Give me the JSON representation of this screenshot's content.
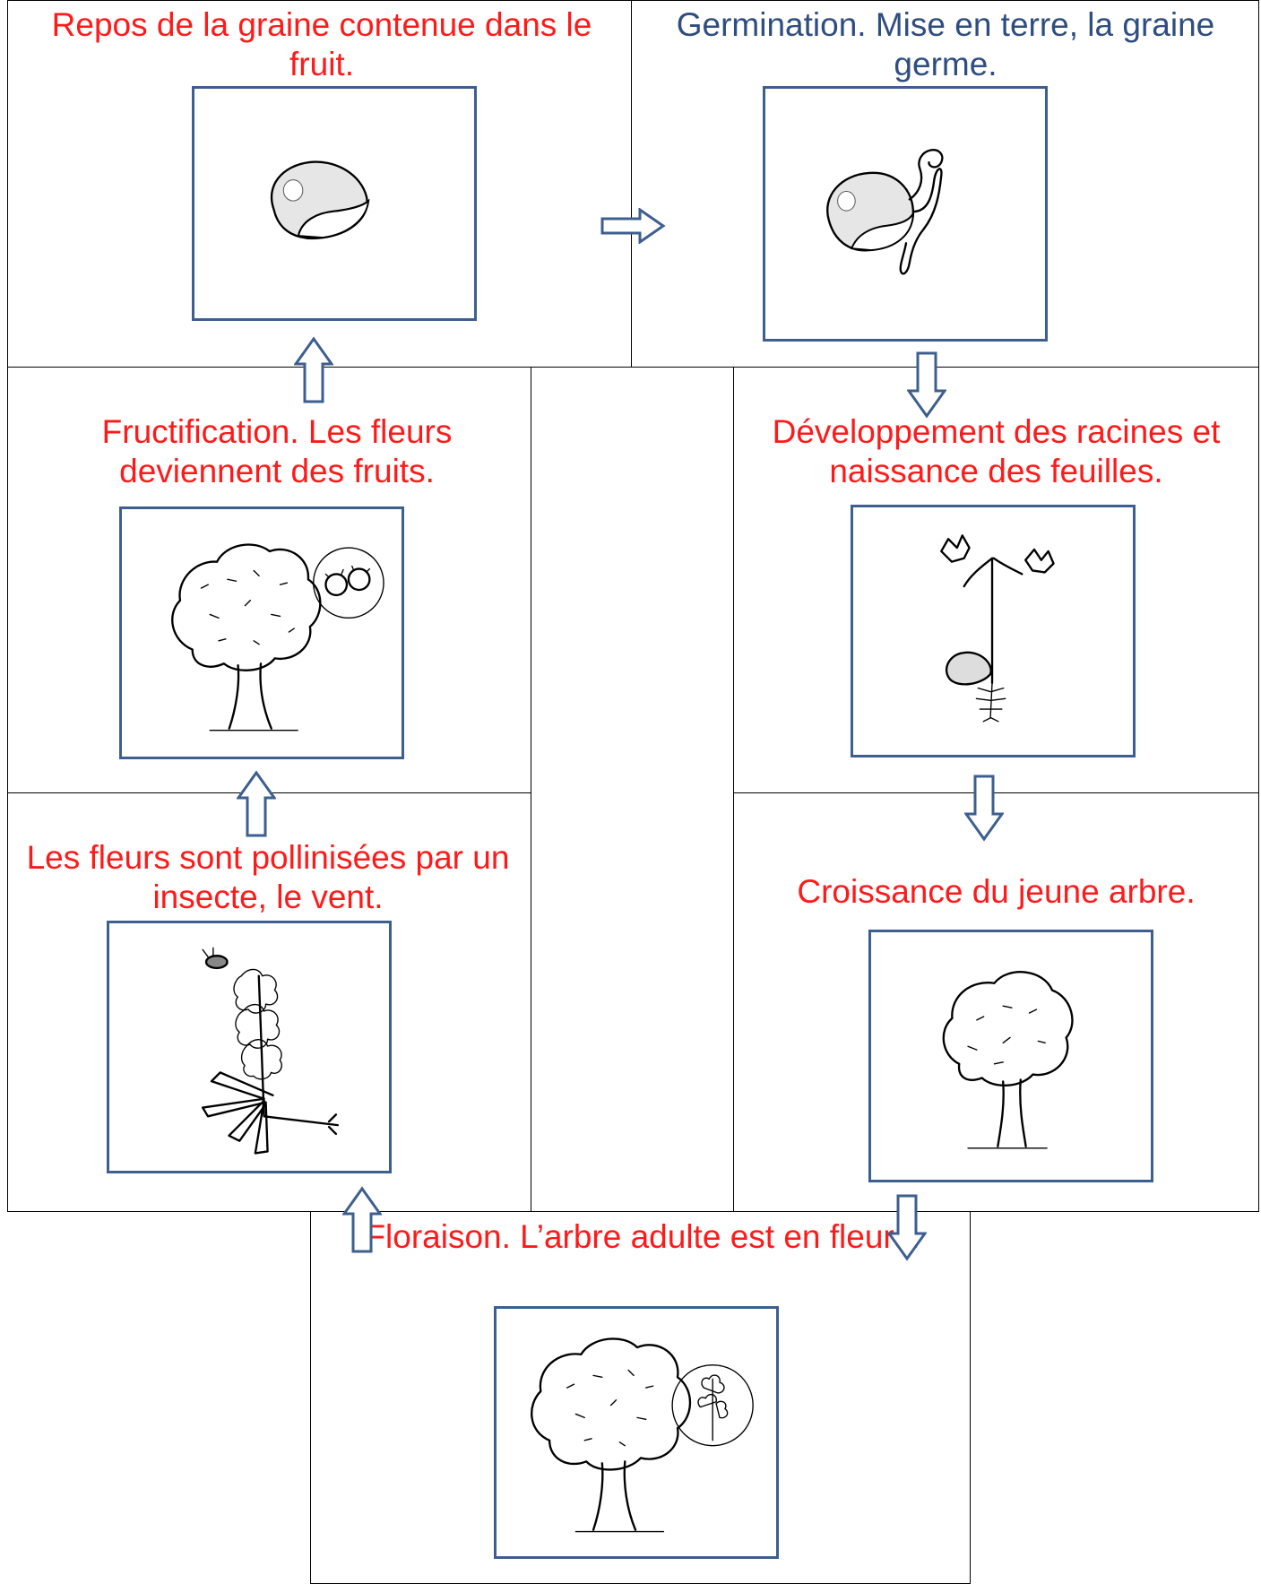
{
  "colors": {
    "caption_red": "#ff1a1a",
    "caption_blue": "#2e4d80",
    "frame_border": "#3d5f8f",
    "arrow_stroke": "#3d5f8f",
    "cell_border": "#000000"
  },
  "stages": [
    {
      "id": "repos",
      "caption": "Repos de la graine contenue dans le fruit.",
      "caption_color": "red",
      "image": "chestnut-seed"
    },
    {
      "id": "germination",
      "caption": "Germination. Mise en terre, la graine germe.",
      "caption_color": "blue",
      "image": "germinating-chestnut"
    },
    {
      "id": "developpement",
      "caption": "Développement des racines et naissance des feuilles.",
      "caption_color": "red",
      "image": "seedling-with-roots-and-leaves"
    },
    {
      "id": "croissance",
      "caption": "Croissance du jeune arbre.",
      "caption_color": "red",
      "image": "young-tree"
    },
    {
      "id": "floraison",
      "caption": "Floraison. L’arbre adulte est en fleurs.",
      "caption_color": "red",
      "image": "adult-tree-with-flowers"
    },
    {
      "id": "pollinisation",
      "caption": "Les fleurs sont pollinisées par un insecte, le vent.",
      "caption_color": "red",
      "image": "flower-cluster-with-bee"
    },
    {
      "id": "fructification",
      "caption": "Fructification. Les fleurs deviennent des fruits.",
      "caption_color": "red",
      "image": "tree-with-chestnut-fruits"
    }
  ],
  "arrows": [
    {
      "from": "repos",
      "to": "germination",
      "icon": "arrow-right-icon"
    },
    {
      "from": "germination",
      "to": "developpement",
      "icon": "arrow-down-icon"
    },
    {
      "from": "developpement",
      "to": "croissance",
      "icon": "arrow-down-icon"
    },
    {
      "from": "croissance",
      "to": "floraison",
      "icon": "arrow-down-icon"
    },
    {
      "from": "floraison",
      "to": "pollinisation",
      "icon": "arrow-up-icon"
    },
    {
      "from": "pollinisation",
      "to": "fructification",
      "icon": "arrow-up-icon"
    },
    {
      "from": "fructification",
      "to": "repos",
      "icon": "arrow-up-icon"
    }
  ]
}
